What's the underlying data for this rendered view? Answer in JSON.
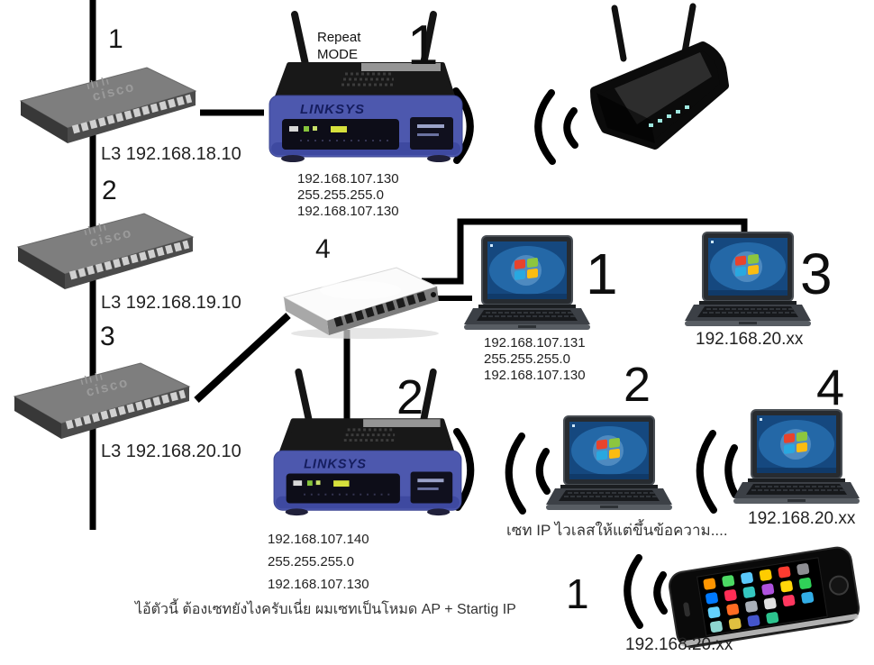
{
  "devices": {
    "switch1": {
      "number": "1",
      "label": "L3 192.168.18.10",
      "brand": "cisco"
    },
    "switch2": {
      "number": "2",
      "label": "L3 192.168.19.10",
      "brand": "cisco"
    },
    "switch3": {
      "number": "3",
      "label": "L3 192.168.20.10",
      "brand": "cisco"
    },
    "linksys1": {
      "number": "1",
      "mode_line1": "Repeat",
      "mode_line2": "MODE",
      "brand": "LINKSYS",
      "ip1": "192.168.107.130",
      "ip2": "255.255.255.0",
      "ip3": "192.168.107.130"
    },
    "linksys2": {
      "number": "2",
      "brand": "LINKSYS",
      "ip1": "192.168.107.140",
      "ip2": "255.255.255.0",
      "ip3": "192.168.107.130"
    },
    "hub": {
      "number": "4"
    },
    "laptop1": {
      "number": "1",
      "ip1": "192.168.107.131",
      "ip2": "255.255.255.0",
      "ip3": "192.168.107.130"
    },
    "laptop3": {
      "number": "3",
      "ip": "192.168.20.xx"
    },
    "laptop2": {
      "number": "2",
      "caption": "เซท IP ไวเลสให้แต่ขึ้นข้อความ...."
    },
    "laptop4": {
      "number": "4",
      "ip": "192.168.20.xx"
    },
    "phone": {
      "number": "1",
      "ip": "192.168.20.xx"
    }
  },
  "notes": {
    "bottom": "ไอ้ตัวนี้ ต้องเซทยังไงครับเนี่ย ผมเซทเป็นโหมด AP + Startig IP"
  }
}
